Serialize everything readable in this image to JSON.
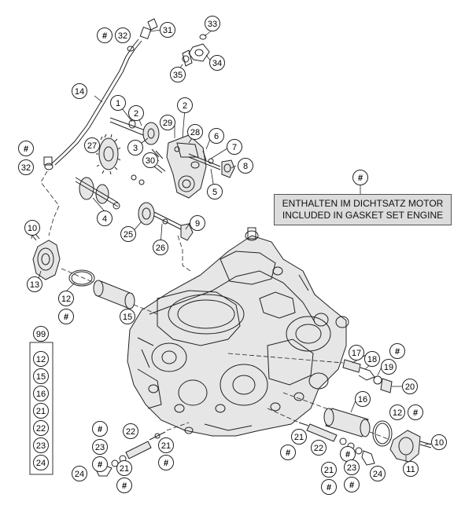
{
  "note": {
    "line1": "ENTHALTEN IM DICHTSATZ MOTOR",
    "line2": "INCLUDED IN GASKET SET ENGINE"
  },
  "callouts": {
    "c1": "1",
    "c2a": "2",
    "c2b": "2",
    "c3": "3",
    "c4": "4",
    "c5": "5",
    "c6": "6",
    "c7": "7",
    "c8": "8",
    "c9": "9",
    "c10a": "10",
    "c10b": "10",
    "c11": "11",
    "c12a": "12",
    "c12b": "12",
    "c13": "13",
    "c14": "14",
    "c15": "15",
    "c16": "16",
    "c17": "17",
    "c18": "18",
    "c19": "19",
    "c20": "20",
    "c21a": "21",
    "c21b": "21",
    "c21c": "21",
    "c21d": "21",
    "c22a": "22",
    "c22b": "22",
    "c23a": "23",
    "c23b": "23",
    "c24a": "24",
    "c24b": "24",
    "c25": "25",
    "c26": "26",
    "c27": "27",
    "c28": "28",
    "c29": "29",
    "c30": "30",
    "c31": "31",
    "c32a": "32",
    "c32b": "32",
    "c33": "33",
    "c34": "34",
    "c35": "35",
    "c99": "99"
  },
  "kit_list": [
    "12",
    "15",
    "16",
    "21",
    "22",
    "23",
    "24"
  ],
  "hash_symbol": "#"
}
